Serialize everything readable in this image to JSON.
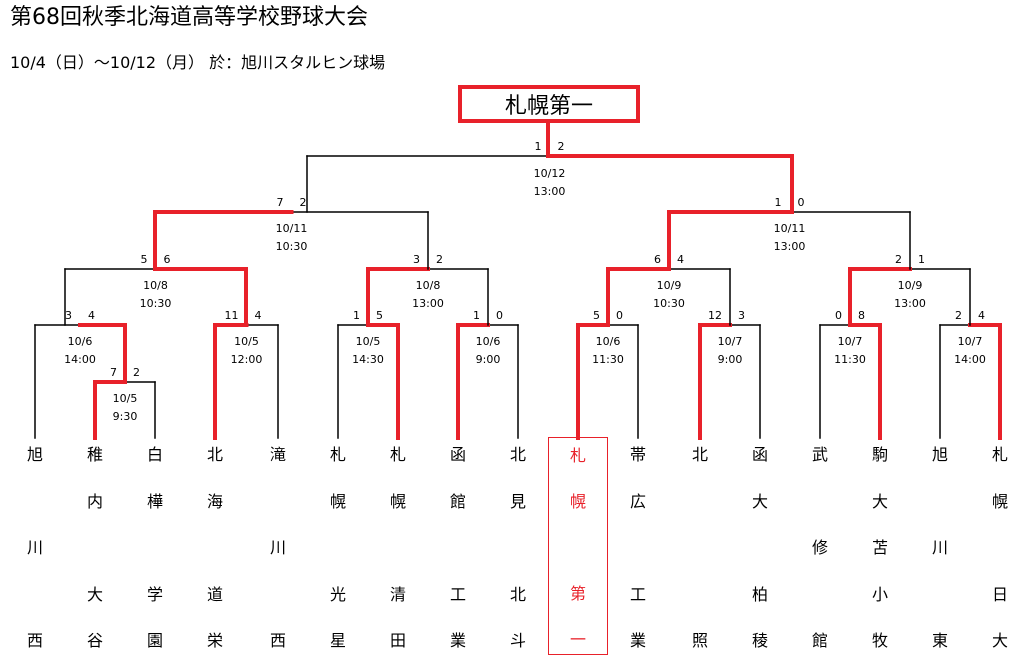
{
  "header": {
    "title": "第68回秋季北海道高等学校野球大会",
    "subtitle": "10/4（日）～10/12（月） 於：旭川スタルヒン球場"
  },
  "colors": {
    "winner_line": "#e8212a",
    "line": "#000000"
  },
  "champion": "札幌第一",
  "teams": [
    {
      "chars": [
        "旭",
        "",
        "川",
        "",
        "西"
      ]
    },
    {
      "chars": [
        "稚",
        "内",
        "",
        "大",
        "谷"
      ]
    },
    {
      "chars": [
        "白",
        "樺",
        "",
        "学",
        "園"
      ]
    },
    {
      "chars": [
        "北",
        "海",
        "",
        "道",
        "栄"
      ]
    },
    {
      "chars": [
        "滝",
        "",
        "川",
        "",
        "西"
      ]
    },
    {
      "chars": [
        "札",
        "幌",
        "",
        "光",
        "星"
      ]
    },
    {
      "chars": [
        "札",
        "幌",
        "",
        "清",
        "田"
      ]
    },
    {
      "chars": [
        "函",
        "館",
        "",
        "工",
        "業"
      ]
    },
    {
      "chars": [
        "北",
        "見",
        "",
        "北",
        "斗"
      ]
    },
    {
      "chars": [
        "札",
        "幌",
        "",
        "第",
        "一"
      ],
      "selected": true
    },
    {
      "chars": [
        "帯",
        "広",
        "",
        "工",
        "業"
      ]
    },
    {
      "chars": [
        "北",
        "",
        "",
        "",
        "照"
      ]
    },
    {
      "chars": [
        "函",
        "大",
        "",
        "柏",
        "稜"
      ]
    },
    {
      "chars": [
        "武",
        "",
        "修",
        "",
        "館"
      ]
    },
    {
      "chars": [
        "駒",
        "大",
        "苫",
        "小",
        "牧"
      ]
    },
    {
      "chars": [
        "旭",
        "",
        "川",
        "",
        "東"
      ]
    },
    {
      "chars": [
        "札",
        "幌",
        "",
        "日",
        "大"
      ]
    }
  ],
  "games": [
    {
      "id": "r0",
      "date": "10/5",
      "time": "9:30",
      "score_left": "7",
      "score_right": "2"
    },
    {
      "id": "a1",
      "date": "10/6",
      "time": "14:00",
      "score_left": "3",
      "score_right": "4"
    },
    {
      "id": "a2",
      "date": "10/5",
      "time": "12:00",
      "score_left": "11",
      "score_right": "4"
    },
    {
      "id": "a3",
      "date": "10/5",
      "time": "14:30",
      "score_left": "1",
      "score_right": "5"
    },
    {
      "id": "a4",
      "date": "10/6",
      "time": "9:00",
      "score_left": "1",
      "score_right": "0"
    },
    {
      "id": "a5",
      "date": "10/6",
      "time": "11:30",
      "score_left": "5",
      "score_right": "0"
    },
    {
      "id": "a6",
      "date": "10/7",
      "time": "9:00",
      "score_left": "12",
      "score_right": "3"
    },
    {
      "id": "a7",
      "date": "10/7",
      "time": "11:30",
      "score_left": "0",
      "score_right": "8"
    },
    {
      "id": "a8",
      "date": "10/7",
      "time": "14:00",
      "score_left": "2",
      "score_right": "4"
    },
    {
      "id": "b1",
      "date": "10/8",
      "time": "10:30",
      "score_left": "5",
      "score_right": "6"
    },
    {
      "id": "b2",
      "date": "10/8",
      "time": "13:00",
      "score_left": "3",
      "score_right": "2"
    },
    {
      "id": "b3",
      "date": "10/9",
      "time": "10:30",
      "score_left": "6",
      "score_right": "4"
    },
    {
      "id": "b4",
      "date": "10/9",
      "time": "13:00",
      "score_left": "2",
      "score_right": "1"
    },
    {
      "id": "c1",
      "date": "10/11",
      "time": "10:30",
      "score_left": "7",
      "score_right": "2"
    },
    {
      "id": "c2",
      "date": "10/11",
      "time": "13:00",
      "score_left": "1",
      "score_right": "0"
    },
    {
      "id": "final",
      "date": "10/12",
      "time": "13:00",
      "score_left": "1",
      "score_right": "2"
    }
  ]
}
